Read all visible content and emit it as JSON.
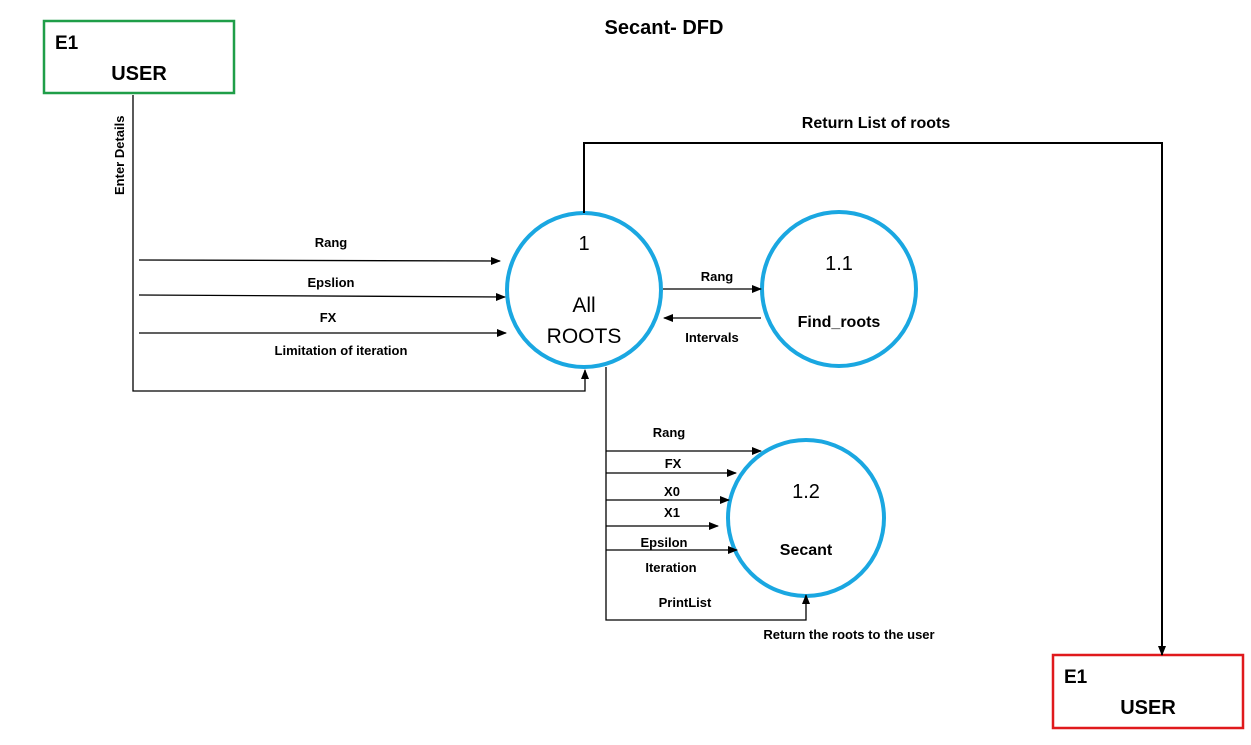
{
  "title": "Secant- DFD",
  "colors": {
    "process_stroke": "#1AA7E1",
    "entity_top_stroke": "#1F9E48",
    "entity_bottom_stroke": "#E0191C"
  },
  "entities": {
    "top": {
      "id": "E1",
      "name": "USER"
    },
    "bottom": {
      "id": "E1",
      "name": "USER"
    }
  },
  "processes": {
    "all_roots": {
      "number": "1",
      "name_line1": "All",
      "name_line2": "ROOTS"
    },
    "find_roots": {
      "number": "1.1",
      "name": "Find_roots"
    },
    "secant": {
      "number": "1.2",
      "name": "Secant"
    }
  },
  "flows": {
    "enter_details": "Enter Details",
    "rang_in": "Rang",
    "epslion": "Epslion",
    "fx_in": "FX",
    "limitation": "Limitation of iteration",
    "return_list": "Return List of roots",
    "rang_to_find": "Rang",
    "intervals": "Intervals",
    "secant_rang": "Rang",
    "secant_fx": "FX",
    "secant_x0": "X0",
    "secant_x1": "X1",
    "secant_epsilon": "Epsilon",
    "secant_iteration": "Iteration",
    "printlist": "PrintList",
    "return_roots": "Return the roots to the user"
  }
}
